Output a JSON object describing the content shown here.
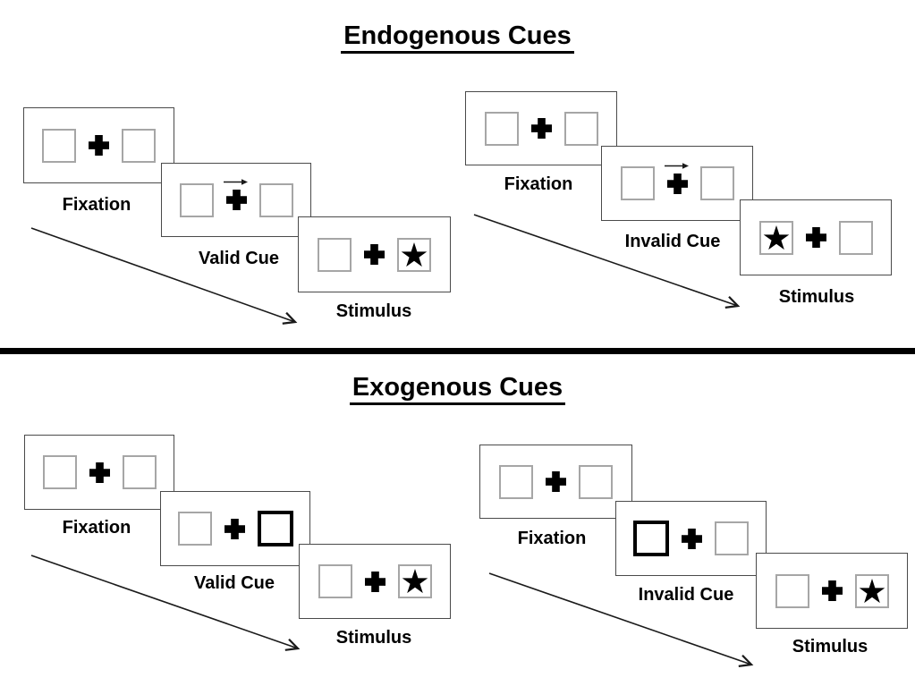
{
  "titles": {
    "endogenous": "Endogenous Cues",
    "exogenous": "Exogenous Cues"
  },
  "panels": {
    "endo_valid": {
      "fixation": "Fixation",
      "cue": "Valid Cue",
      "stimulus": "Stimulus",
      "cue_feature": "right-arrow-above-cross",
      "stimulus_star_side": "right"
    },
    "endo_invalid": {
      "fixation": "Fixation",
      "cue": "Invalid Cue",
      "stimulus": "Stimulus",
      "cue_feature": "right-arrow-above-cross",
      "stimulus_star_side": "left"
    },
    "exo_valid": {
      "fixation": "Fixation",
      "cue": "Valid Cue",
      "stimulus": "Stimulus",
      "cue_feature": "bold-right-box",
      "stimulus_star_side": "right"
    },
    "exo_invalid": {
      "fixation": "Fixation",
      "cue": "Invalid Cue",
      "stimulus": "Stimulus",
      "cue_feature": "bold-left-box",
      "stimulus_star_side": "right"
    }
  },
  "icons": {
    "cross": "fixation-cross-icon",
    "cue_arrow": "right-arrow-icon",
    "star": "star-icon",
    "timeline": "diagonal-timeline-arrow-icon"
  },
  "colors": {
    "ink": "#000000",
    "card_border": "#4a4a4a",
    "box_border": "#a6a6a6",
    "cue_box_border": "#000000"
  }
}
